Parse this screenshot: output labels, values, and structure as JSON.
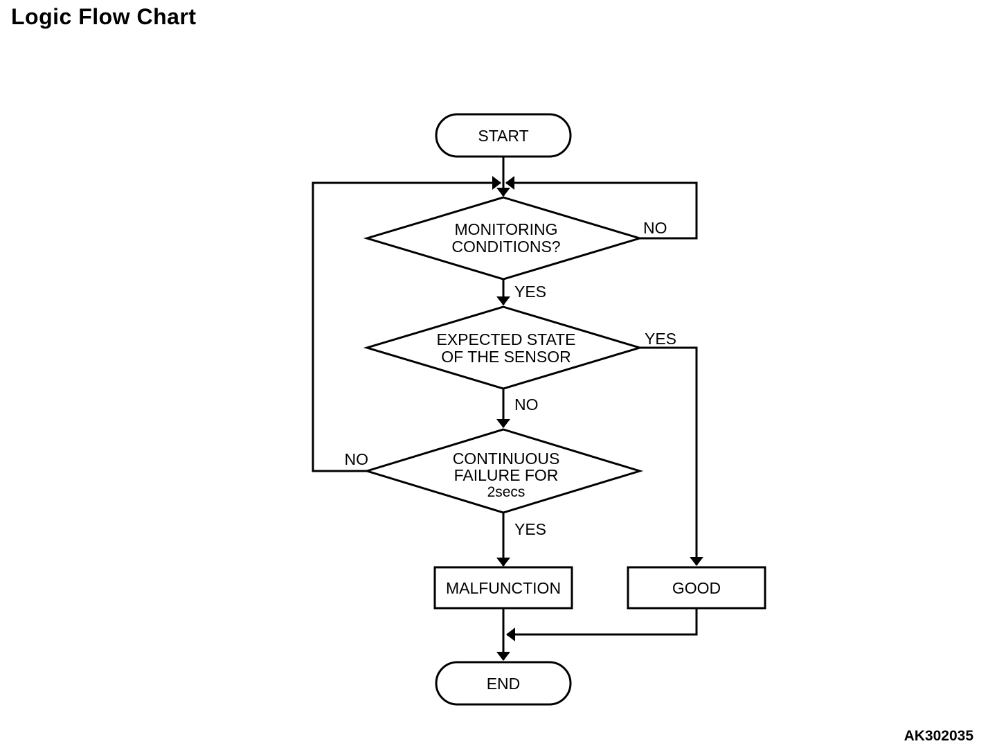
{
  "page": {
    "title": "Logic Flow Chart",
    "figure_code": "AK302035",
    "colors": {
      "ink": "#000000",
      "background": "#ffffff"
    }
  },
  "flowchart": {
    "nodes": {
      "start": {
        "type": "terminator",
        "label": "START"
      },
      "monitoring_conditions": {
        "type": "decision",
        "line1": "MONITORING",
        "line2": "CONDITIONS?"
      },
      "expected_state": {
        "type": "decision",
        "line1": "EXPECTED STATE",
        "line2": "OF THE SENSOR"
      },
      "continuous_failure": {
        "type": "decision",
        "line1": "CONTINUOUS",
        "line2": "FAILURE FOR",
        "line3": "2secs"
      },
      "malfunction": {
        "type": "process",
        "label": "MALFUNCTION"
      },
      "good": {
        "type": "process",
        "label": "GOOD"
      },
      "end": {
        "type": "terminator",
        "label": "END"
      }
    },
    "edge_labels": {
      "monitoring_no": "NO",
      "monitoring_yes": "YES",
      "expected_yes": "YES",
      "expected_no": "NO",
      "continuous_no": "NO",
      "continuous_yes": "YES"
    }
  }
}
